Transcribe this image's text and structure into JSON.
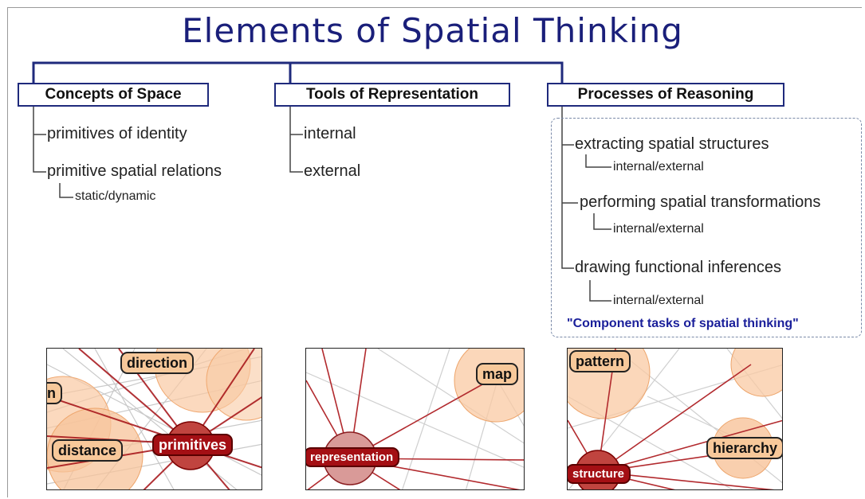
{
  "title": "Elements of Spatial Thinking",
  "columns": [
    {
      "heading": "Concepts of Space",
      "items": [
        "primitives of identity",
        "primitive spatial relations"
      ],
      "subitem": "static/dynamic"
    },
    {
      "heading": "Tools of Representation",
      "items": [
        "internal",
        "external"
      ]
    },
    {
      "heading": "Processes of Reasoning",
      "items": [
        "extracting spatial structures",
        "performing spatial transformations",
        "drawing functional inferences"
      ],
      "subitems": [
        "internal/external",
        "internal/external",
        "internal/external"
      ],
      "caption": "\"Component tasks of spatial thinking\""
    }
  ],
  "panels": [
    {
      "tags": [
        "direction",
        "n",
        "distance",
        "primitives"
      ]
    },
    {
      "tags": [
        "map",
        "representation"
      ]
    },
    {
      "tags": [
        "pattern",
        "hierarchy",
        "structure"
      ]
    }
  ],
  "colors": {
    "title": "#1a1f7a",
    "tree_line": "#1f2a7c",
    "node_dark": "#a40f14",
    "node_light": "#f7c89a"
  }
}
